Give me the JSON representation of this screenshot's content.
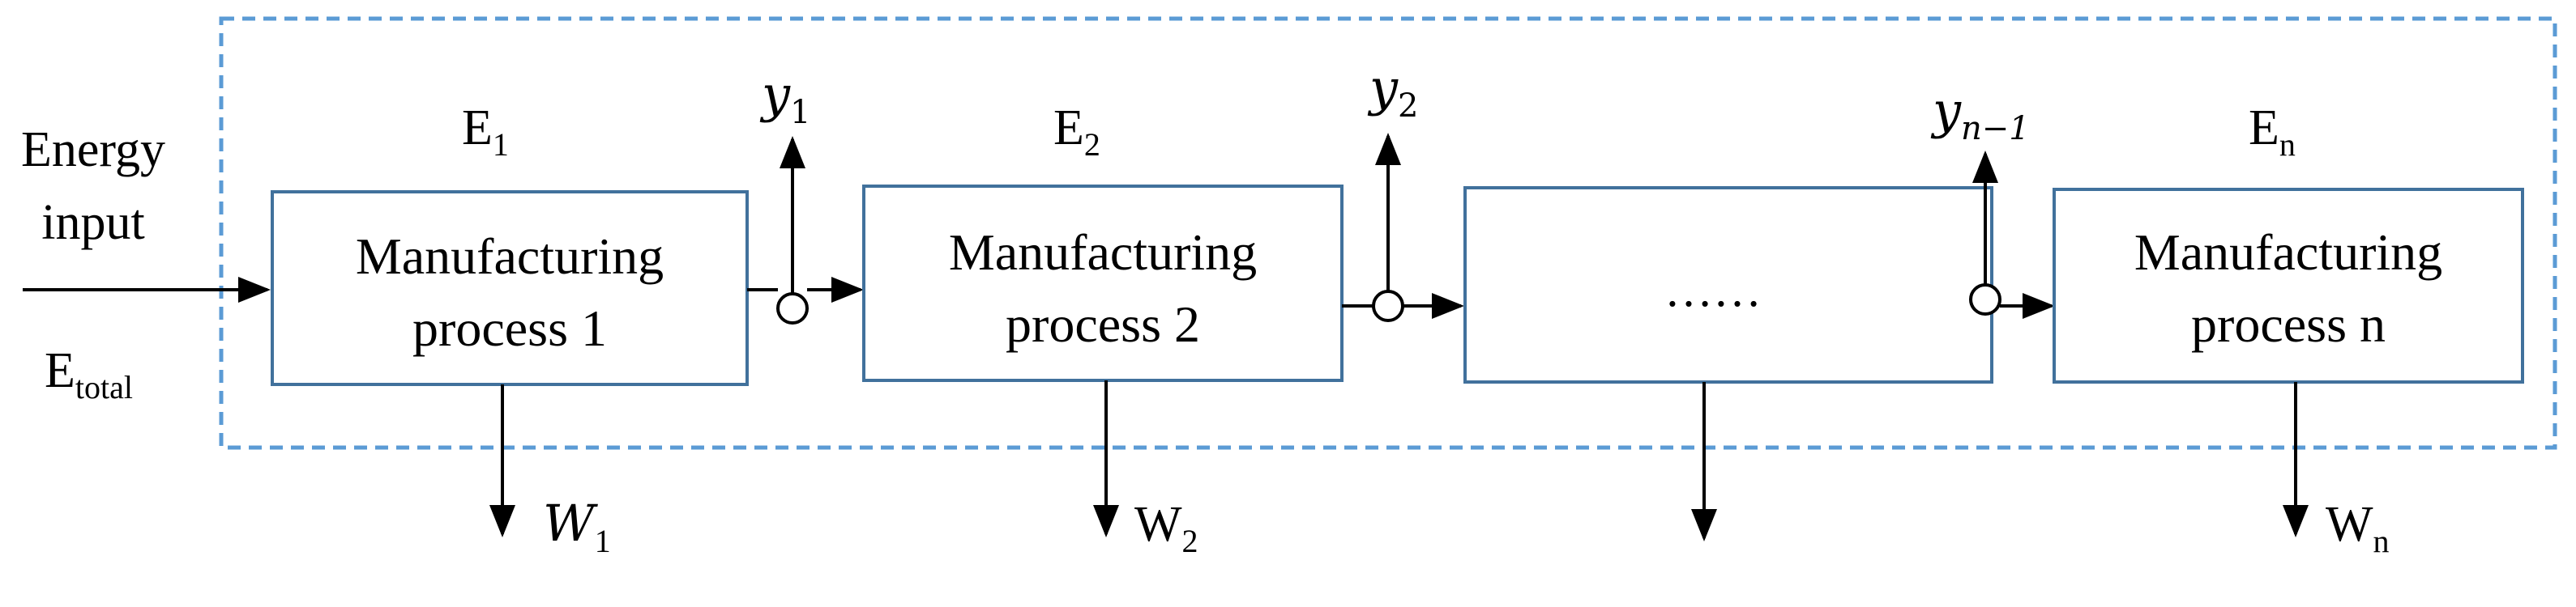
{
  "input": {
    "label_line1": "Energy",
    "label_line2": "input",
    "total_base": "E",
    "total_sub": "total"
  },
  "processes": [
    {
      "energy_base": "E",
      "energy_sub": "1",
      "line1": "Manufacturing",
      "line2": "process 1",
      "waste_base": "W",
      "waste_sub": "1"
    },
    {
      "energy_base": "E",
      "energy_sub": "2",
      "line1": "Manufacturing",
      "line2": "process 2",
      "waste_base": "W",
      "waste_sub": "2"
    },
    {
      "label": "……"
    },
    {
      "energy_base": "E",
      "energy_sub": "n",
      "line1": "Manufacturing",
      "line2": "process n",
      "waste_base": "W",
      "waste_sub": "n"
    }
  ],
  "outputs": [
    {
      "base": "y",
      "sub": "1"
    },
    {
      "base": "y",
      "sub": "2"
    },
    {
      "base": "y",
      "sub": "n−1"
    }
  ],
  "colors": {
    "boundary": "#5b9bd5",
    "box_stroke": "#41719c",
    "line": "#000000"
  }
}
